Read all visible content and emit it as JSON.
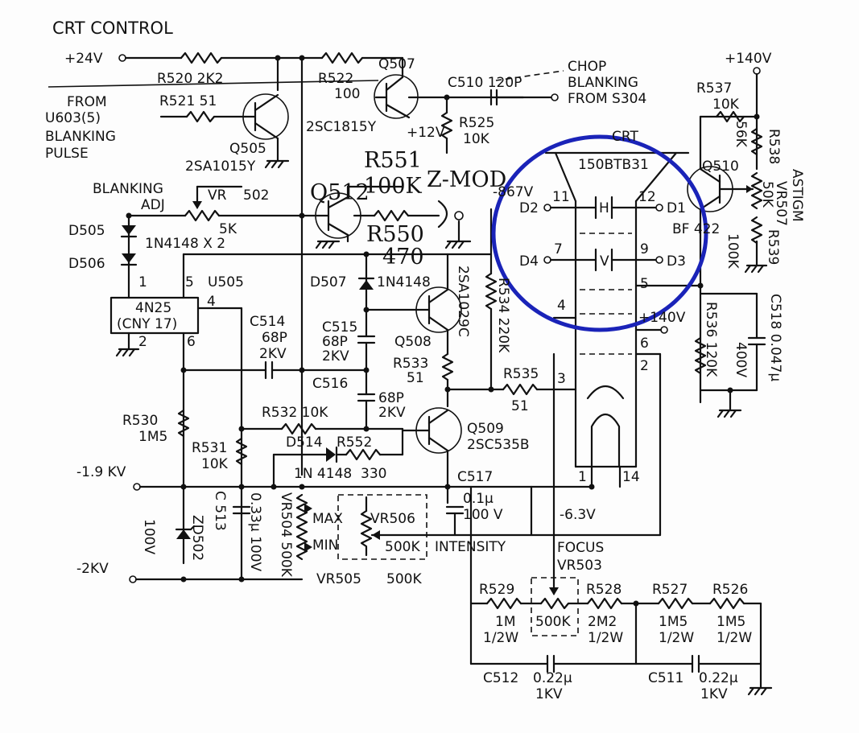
{
  "title": "CRT CONTROL",
  "supplies": {
    "v24": "+24V",
    "v140": "+140V",
    "neg19kv": "-1.9 KV",
    "neg2kv": "-2KV",
    "neg63v": "-6.3V",
    "v100": "100V",
    "plus12v": "+12V",
    "minus67v": "-867V",
    "plus140v_b": "+140V"
  },
  "resistors": {
    "r520": "R520 2K2",
    "r521": "R521 51",
    "r522a": "R522",
    "r522b": "100",
    "r525a": "R525",
    "r525b": "10K",
    "r537a": "R537",
    "r537b": "10K",
    "r538": "R538",
    "r538v": "56K",
    "r539": "R539",
    "r539v": "100K",
    "r534": "R534 220K",
    "r533a": "R533",
    "r533b": "51",
    "r535a": "R535",
    "r535b": "51",
    "r536": "R536 120K",
    "r532": "R532 10K",
    "r552": "R552",
    "r552v": "330",
    "r530a": "R530",
    "r530b": "1M5",
    "r531a": "R531",
    "r531b": "10K",
    "r529": "R529",
    "r529v": "1M",
    "r529w": "1/2W",
    "r528": "R528",
    "r528v": "2M2",
    "r528w": "1/2W",
    "r527": "R527",
    "r527v": "1M5",
    "r527w": "1/2W",
    "r526": "R526",
    "r526v": "1M5",
    "r526w": "1/2W"
  },
  "capacitors": {
    "c510": "C510 120P",
    "c514a": "C514",
    "c514b": "68P",
    "c514c": "2KV",
    "c515a": "C515",
    "c515b": "68P",
    "c515c": "2KV",
    "c516a": "C516",
    "c516b": "68P",
    "c516c": "2KV",
    "c517a": "C517",
    "c517b": "0.1μ",
    "c517c": "100 V",
    "c518": "C518 0.047μ",
    "c518v": "400V",
    "c513": "C 513",
    "c513v": "0.33μ 100V",
    "c512": "C512",
    "c512v": "0.22μ",
    "c512k": "1KV",
    "c511": "C511",
    "c511v": "0.22μ",
    "c511k": "1KV"
  },
  "transistors": {
    "q507": "Q507",
    "q507t": "2SC1815Y",
    "q505": "Q505",
    "q505t": "2SA1015Y",
    "q512": "Q512",
    "q508": "Q508",
    "q508t": "2SA1029C",
    "q509": "Q509",
    "q509t": "2SC535B",
    "q510": "Q510",
    "q510t": "BF 422"
  },
  "semis": {
    "d505": "D505",
    "d506": "D506",
    "d505t": "1N4148 X 2",
    "d507": "D507",
    "d507t": "1N4148",
    "d514": "D514",
    "d514t": "1N 4148",
    "zd502": "ZD502",
    "u505": "U505",
    "u505a": "4N25",
    "u505b": "(CNY 17)",
    "p1": "1",
    "p2": "2",
    "p4": "4",
    "p5": "5",
    "p6": "6"
  },
  "pots": {
    "vr502": "VR",
    "vr502n": "502",
    "vr502v": "5K",
    "vr504": "VR504 500K",
    "vr505": "VR505",
    "vr505v": "500K",
    "vr506": "VR506",
    "vr506v": "500K",
    "vr503": "VR503",
    "vr503v": "500K",
    "vr507": "VR507",
    "vr507v": "50K",
    "max": "MAX",
    "min": "MIN"
  },
  "labels": {
    "from_u603": "FROM",
    "from_u603b": "U603(5)",
    "blanking": "BLANKING",
    "pulse": "PULSE",
    "chop": "CHOP",
    "chop2": "BLANKING",
    "chop3": "FROM S304",
    "blank_adj": "BLANKING",
    "blank_adj2": "ADJ",
    "intensity": "INTENSITY",
    "focus": "FOCUS",
    "astig": "ASTIGM",
    "hand1": "R551",
    "hand2": "100K",
    "hand3": "Z-MOD",
    "hand4": "R550",
    "hand5": "470"
  },
  "crt": {
    "label": "CRT",
    "type": "150BTB31",
    "d1": "D1",
    "d2": "D2",
    "d3": "D3",
    "d4": "D4",
    "h": "H",
    "v": "V",
    "pin1": "1",
    "pin2": "2",
    "pin3": "3",
    "pin4": "4",
    "pin5": "5",
    "pin6": "6",
    "pin7": "7",
    "pin9": "9",
    "pin11": "11",
    "pin12": "12",
    "pin14": "14"
  },
  "highlight_color": "#1a23b8"
}
